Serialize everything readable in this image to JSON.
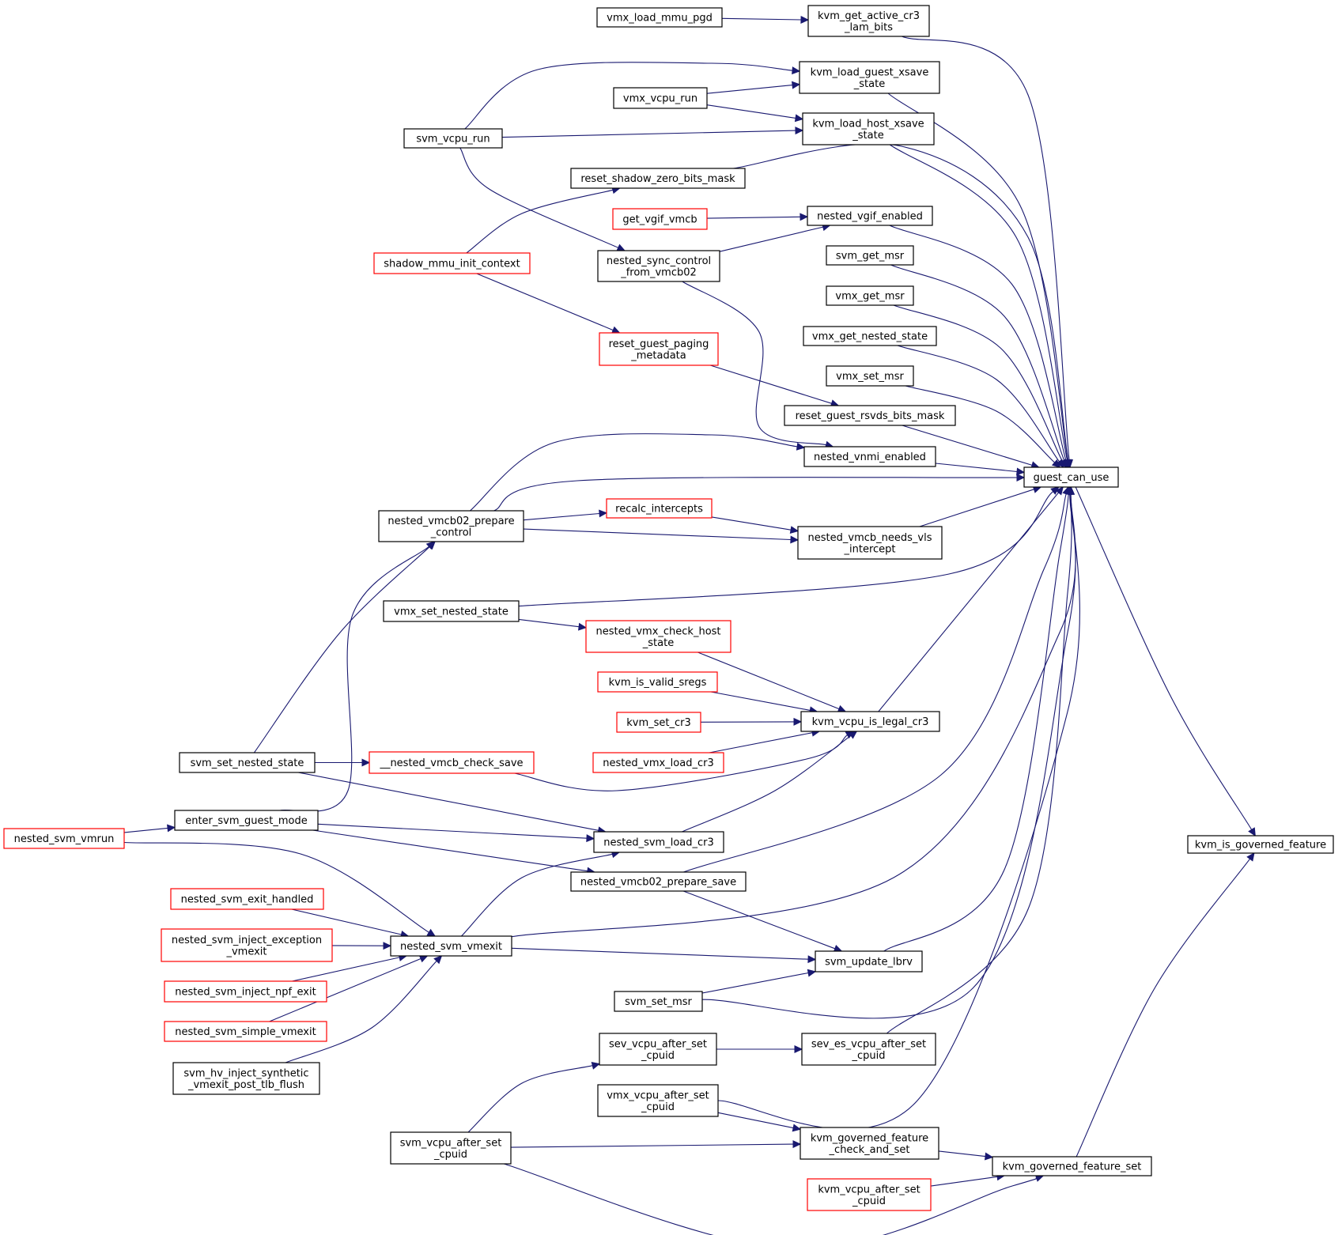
{
  "diagram": {
    "type": "call-graph",
    "colors": {
      "edge": "#191970",
      "border_normal": "#000000",
      "border_truncated": "#ff0000",
      "focus_fill": "#bfbfbf"
    },
    "nodes": {
      "kvm_is_governed_feature": {
        "lines": [
          "kvm_is_governed_feature"
        ],
        "style": "focus"
      },
      "guest_can_use": {
        "lines": [
          "guest_can_use"
        ],
        "style": "normal"
      },
      "kvm_governed_feature_set": {
        "lines": [
          "kvm_governed_feature_set"
        ],
        "style": "normal"
      },
      "kvm_get_active_cr3_lam_bits": {
        "lines": [
          "kvm_get_active_cr3",
          "_lam_bits"
        ],
        "style": "normal"
      },
      "vmx_load_mmu_pgd": {
        "lines": [
          "vmx_load_mmu_pgd"
        ],
        "style": "normal"
      },
      "kvm_load_guest_xsave_state": {
        "lines": [
          "kvm_load_guest_xsave",
          "_state"
        ],
        "style": "normal"
      },
      "vmx_vcpu_run": {
        "lines": [
          "vmx_vcpu_run"
        ],
        "style": "normal"
      },
      "svm_vcpu_run": {
        "lines": [
          "svm_vcpu_run"
        ],
        "style": "normal"
      },
      "kvm_load_host_xsave_state": {
        "lines": [
          "kvm_load_host_xsave",
          "_state"
        ],
        "style": "normal"
      },
      "reset_shadow_zero_bits_mask": {
        "lines": [
          "reset_shadow_zero_bits_mask"
        ],
        "style": "normal"
      },
      "shadow_mmu_init_context": {
        "lines": [
          "shadow_mmu_init_context"
        ],
        "style": "truncated"
      },
      "nested_vgif_enabled": {
        "lines": [
          "nested_vgif_enabled"
        ],
        "style": "normal"
      },
      "get_vgif_vmcb": {
        "lines": [
          "get_vgif_vmcb"
        ],
        "style": "truncated"
      },
      "nested_sync_control_from_vmcb02": {
        "lines": [
          "nested_sync_control",
          "_from_vmcb02"
        ],
        "style": "normal"
      },
      "svm_get_msr": {
        "lines": [
          "svm_get_msr"
        ],
        "style": "normal"
      },
      "vmx_get_msr": {
        "lines": [
          "vmx_get_msr"
        ],
        "style": "normal"
      },
      "vmx_get_nested_state": {
        "lines": [
          "vmx_get_nested_state"
        ],
        "style": "normal"
      },
      "vmx_set_msr": {
        "lines": [
          "vmx_set_msr"
        ],
        "style": "normal"
      },
      "reset_guest_paging_metadata": {
        "lines": [
          "reset_guest_paging",
          "_metadata"
        ],
        "style": "truncated"
      },
      "reset_guest_rsvds_bits_mask": {
        "lines": [
          "reset_guest_rsvds_bits_mask"
        ],
        "style": "normal"
      },
      "nested_vnmi_enabled": {
        "lines": [
          "nested_vnmi_enabled"
        ],
        "style": "normal"
      },
      "nested_vmcb02_prepare_control": {
        "lines": [
          "nested_vmcb02_prepare",
          "_control"
        ],
        "style": "normal"
      },
      "recalc_intercepts": {
        "lines": [
          "recalc_intercepts"
        ],
        "style": "truncated"
      },
      "nested_vmcb_needs_vls_intercept": {
        "lines": [
          "nested_vmcb_needs_vls",
          "_intercept"
        ],
        "style": "normal"
      },
      "vmx_set_nested_state": {
        "lines": [
          "vmx_set_nested_state"
        ],
        "style": "normal"
      },
      "nested_vmx_check_host_state": {
        "lines": [
          "nested_vmx_check_host",
          "_state"
        ],
        "style": "truncated"
      },
      "kvm_is_valid_sregs": {
        "lines": [
          "kvm_is_valid_sregs"
        ],
        "style": "truncated"
      },
      "kvm_vcpu_is_legal_cr3": {
        "lines": [
          "kvm_vcpu_is_legal_cr3"
        ],
        "style": "normal"
      },
      "kvm_set_cr3": {
        "lines": [
          "kvm_set_cr3"
        ],
        "style": "truncated"
      },
      "nested_vmx_load_cr3": {
        "lines": [
          "nested_vmx_load_cr3"
        ],
        "style": "truncated"
      },
      "svm_set_nested_state": {
        "lines": [
          "svm_set_nested_state"
        ],
        "style": "normal"
      },
      "__nested_vmcb_check_save": {
        "lines": [
          "__nested_vmcb_check_save"
        ],
        "style": "truncated"
      },
      "nested_svm_vmrun": {
        "lines": [
          "nested_svm_vmrun"
        ],
        "style": "truncated"
      },
      "enter_svm_guest_mode": {
        "lines": [
          "enter_svm_guest_mode"
        ],
        "style": "normal"
      },
      "nested_svm_load_cr3": {
        "lines": [
          "nested_svm_load_cr3"
        ],
        "style": "normal"
      },
      "nested_vmcb02_prepare_save": {
        "lines": [
          "nested_vmcb02_prepare_save"
        ],
        "style": "normal"
      },
      "nested_svm_exit_handled": {
        "lines": [
          "nested_svm_exit_handled"
        ],
        "style": "truncated"
      },
      "nested_svm_inject_exception_vmexit": {
        "lines": [
          "nested_svm_inject_exception",
          "_vmexit"
        ],
        "style": "truncated"
      },
      "nested_svm_vmexit": {
        "lines": [
          "nested_svm_vmexit"
        ],
        "style": "normal"
      },
      "nested_svm_inject_npf_exit": {
        "lines": [
          "nested_svm_inject_npf_exit"
        ],
        "style": "truncated"
      },
      "svm_update_lbrv": {
        "lines": [
          "svm_update_lbrv"
        ],
        "style": "normal"
      },
      "svm_set_msr": {
        "lines": [
          "svm_set_msr"
        ],
        "style": "normal"
      },
      "nested_svm_simple_vmexit": {
        "lines": [
          "nested_svm_simple_vmexit"
        ],
        "style": "truncated"
      },
      "sev_vcpu_after_set_cpuid": {
        "lines": [
          "sev_vcpu_after_set",
          "_cpuid"
        ],
        "style": "normal"
      },
      "sev_es_vcpu_after_set_cpuid": {
        "lines": [
          "sev_es_vcpu_after_set",
          "_cpuid"
        ],
        "style": "normal"
      },
      "svm_hv_inject_synthetic_vmexit_post_tlb_flush": {
        "lines": [
          "svm_hv_inject_synthetic",
          "_vmexit_post_tlb_flush"
        ],
        "style": "normal"
      },
      "vmx_vcpu_after_set_cpuid": {
        "lines": [
          "vmx_vcpu_after_set",
          "_cpuid"
        ],
        "style": "normal"
      },
      "svm_vcpu_after_set_cpuid": {
        "lines": [
          "svm_vcpu_after_set",
          "_cpuid"
        ],
        "style": "normal"
      },
      "kvm_governed_feature_check_and_set": {
        "lines": [
          "kvm_governed_feature",
          "_check_and_set"
        ],
        "style": "normal"
      },
      "kvm_vcpu_after_set_cpuid": {
        "lines": [
          "kvm_vcpu_after_set",
          "_cpuid"
        ],
        "style": "truncated"
      }
    },
    "edges": [
      [
        "guest_can_use",
        "kvm_is_governed_feature"
      ],
      [
        "kvm_governed_feature_set",
        "kvm_is_governed_feature"
      ],
      [
        "kvm_get_active_cr3_lam_bits",
        "guest_can_use"
      ],
      [
        "kvm_load_guest_xsave_state",
        "guest_can_use"
      ],
      [
        "kvm_load_host_xsave_state",
        "guest_can_use"
      ],
      [
        "reset_shadow_zero_bits_mask",
        "guest_can_use"
      ],
      [
        "nested_vgif_enabled",
        "guest_can_use"
      ],
      [
        "svm_get_msr",
        "guest_can_use"
      ],
      [
        "vmx_get_msr",
        "guest_can_use"
      ],
      [
        "vmx_get_nested_state",
        "guest_can_use"
      ],
      [
        "vmx_set_msr",
        "guest_can_use"
      ],
      [
        "reset_guest_rsvds_bits_mask",
        "guest_can_use"
      ],
      [
        "nested_vnmi_enabled",
        "guest_can_use"
      ],
      [
        "nested_vmcb02_prepare_control",
        "guest_can_use"
      ],
      [
        "nested_vmcb_needs_vls_intercept",
        "guest_can_use"
      ],
      [
        "vmx_set_nested_state",
        "guest_can_use"
      ],
      [
        "kvm_vcpu_is_legal_cr3",
        "guest_can_use"
      ],
      [
        "nested_vmcb02_prepare_save",
        "guest_can_use"
      ],
      [
        "nested_svm_vmexit",
        "guest_can_use"
      ],
      [
        "svm_update_lbrv",
        "guest_can_use"
      ],
      [
        "svm_set_msr",
        "guest_can_use"
      ],
      [
        "sev_es_vcpu_after_set_cpuid",
        "guest_can_use"
      ],
      [
        "vmx_vcpu_after_set_cpuid",
        "guest_can_use"
      ],
      [
        "vmx_load_mmu_pgd",
        "kvm_get_active_cr3_lam_bits"
      ],
      [
        "svm_vcpu_run",
        "kvm_load_guest_xsave_state"
      ],
      [
        "vmx_vcpu_run",
        "kvm_load_guest_xsave_state"
      ],
      [
        "vmx_vcpu_run",
        "kvm_load_host_xsave_state"
      ],
      [
        "svm_vcpu_run",
        "kvm_load_host_xsave_state"
      ],
      [
        "svm_vcpu_run",
        "nested_sync_control_from_vmcb02"
      ],
      [
        "shadow_mmu_init_context",
        "reset_shadow_zero_bits_mask"
      ],
      [
        "shadow_mmu_init_context",
        "reset_guest_paging_metadata"
      ],
      [
        "get_vgif_vmcb",
        "nested_vgif_enabled"
      ],
      [
        "nested_sync_control_from_vmcb02",
        "nested_vgif_enabled"
      ],
      [
        "nested_sync_control_from_vmcb02",
        "nested_vnmi_enabled"
      ],
      [
        "reset_guest_paging_metadata",
        "reset_guest_rsvds_bits_mask"
      ],
      [
        "nested_vmcb02_prepare_control",
        "nested_vnmi_enabled"
      ],
      [
        "nested_vmcb02_prepare_control",
        "recalc_intercepts"
      ],
      [
        "recalc_intercepts",
        "nested_vmcb_needs_vls_intercept"
      ],
      [
        "nested_vmcb02_prepare_control",
        "nested_vmcb_needs_vls_intercept"
      ],
      [
        "vmx_set_nested_state",
        "nested_vmx_check_host_state"
      ],
      [
        "nested_vmx_check_host_state",
        "kvm_vcpu_is_legal_cr3"
      ],
      [
        "kvm_is_valid_sregs",
        "kvm_vcpu_is_legal_cr3"
      ],
      [
        "kvm_set_cr3",
        "kvm_vcpu_is_legal_cr3"
      ],
      [
        "nested_vmx_load_cr3",
        "kvm_vcpu_is_legal_cr3"
      ],
      [
        "__nested_vmcb_check_save",
        "kvm_vcpu_is_legal_cr3"
      ],
      [
        "nested_svm_load_cr3",
        "kvm_vcpu_is_legal_cr3"
      ],
      [
        "svm_set_nested_state",
        "nested_vmcb02_prepare_control"
      ],
      [
        "enter_svm_guest_mode",
        "nested_vmcb02_prepare_control"
      ],
      [
        "svm_set_nested_state",
        "__nested_vmcb_check_save"
      ],
      [
        "svm_set_nested_state",
        "nested_svm_load_cr3"
      ],
      [
        "enter_svm_guest_mode",
        "nested_svm_load_cr3"
      ],
      [
        "enter_svm_guest_mode",
        "nested_vmcb02_prepare_save"
      ],
      [
        "nested_svm_vmrun",
        "enter_svm_guest_mode"
      ],
      [
        "nested_svm_vmrun",
        "nested_svm_vmexit"
      ],
      [
        "nested_svm_vmexit",
        "nested_svm_load_cr3"
      ],
      [
        "nested_svm_vmexit",
        "svm_update_lbrv"
      ],
      [
        "nested_vmcb02_prepare_save",
        "svm_update_lbrv"
      ],
      [
        "svm_set_msr",
        "svm_update_lbrv"
      ],
      [
        "nested_svm_exit_handled",
        "nested_svm_vmexit"
      ],
      [
        "nested_svm_inject_exception_vmexit",
        "nested_svm_vmexit"
      ],
      [
        "nested_svm_inject_npf_exit",
        "nested_svm_vmexit"
      ],
      [
        "nested_svm_simple_vmexit",
        "nested_svm_vmexit"
      ],
      [
        "svm_hv_inject_synthetic_vmexit_post_tlb_flush",
        "nested_svm_vmexit"
      ],
      [
        "sev_vcpu_after_set_cpuid",
        "sev_es_vcpu_after_set_cpuid"
      ],
      [
        "svm_vcpu_after_set_cpuid",
        "sev_vcpu_after_set_cpuid"
      ],
      [
        "vmx_vcpu_after_set_cpuid",
        "kvm_governed_feature_check_and_set"
      ],
      [
        "svm_vcpu_after_set_cpuid",
        "kvm_governed_feature_check_and_set"
      ],
      [
        "kvm_governed_feature_check_and_set",
        "kvm_governed_feature_set"
      ],
      [
        "kvm_vcpu_after_set_cpuid",
        "kvm_governed_feature_set"
      ],
      [
        "svm_vcpu_after_set_cpuid",
        "kvm_governed_feature_set"
      ]
    ]
  }
}
